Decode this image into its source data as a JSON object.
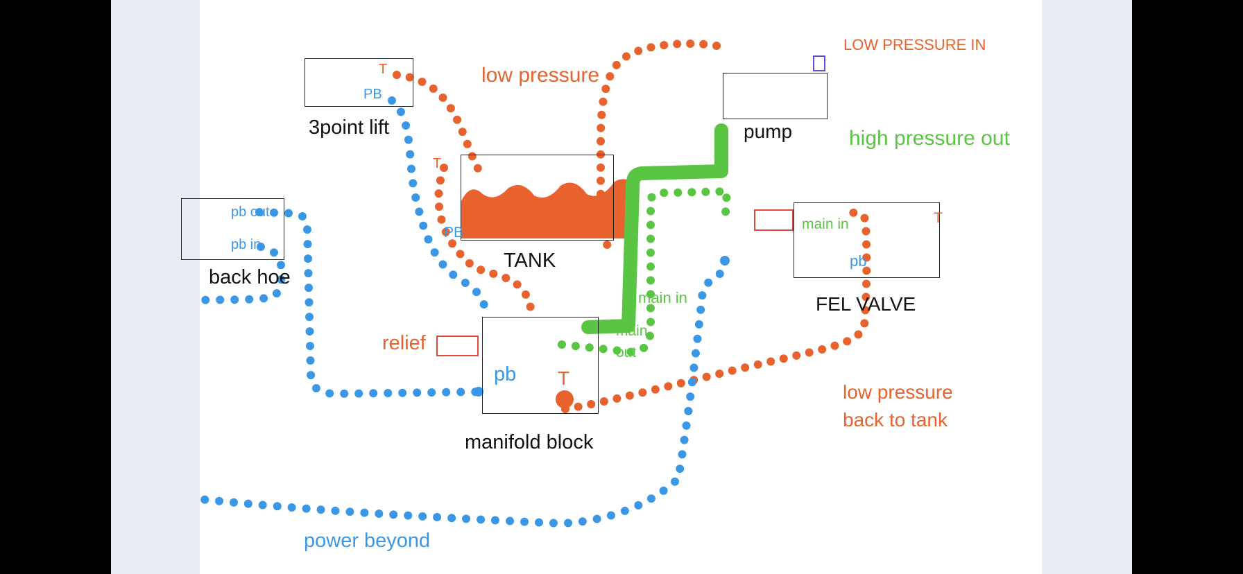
{
  "colors": {
    "orange": "#e8622d",
    "blue": "#3a97e6",
    "green": "#59c542",
    "black": "#111111"
  },
  "components": {
    "three_point_lift": {
      "name": "3point lift",
      "port_t": "T",
      "port_pb": "PB"
    },
    "back_hoe": {
      "name": "back hoe",
      "port_pb_out": "pb out",
      "port_pb_in": "pb in"
    },
    "tank": {
      "name": "TANK"
    },
    "pump": {
      "name": "pump"
    },
    "fel_valve": {
      "name": "FEL VALVE",
      "port_main_in": "main in",
      "port_pb": "pb",
      "port_t": "T"
    },
    "manifold_block": {
      "name": "manifold block",
      "port_main_in": "main in",
      "port_main": "main",
      "port_out": "out",
      "port_pb": "pb",
      "port_t": "T",
      "relief": "relief"
    }
  },
  "labels": {
    "low_pressure_in": "LOW PRESSURE IN",
    "low_pressure": "low pressure",
    "high_pressure_out": "high pressure out",
    "low_pressure_back_line1": "low pressure",
    "low_pressure_back_line2": "back to tank",
    "power_beyond": "power beyond",
    "pb_line": "PB",
    "lift_t_line": "T"
  }
}
